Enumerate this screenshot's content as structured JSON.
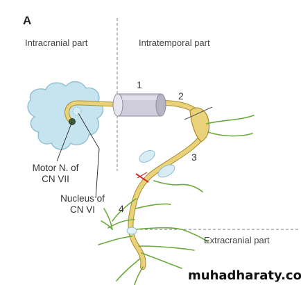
{
  "panel_letter": "A",
  "regions": {
    "intracranial": "Intracranial part",
    "intratemporal": "Intratemporal part",
    "extracranial": "Extracranial part"
  },
  "segment_numbers": [
    "1",
    "2",
    "3",
    "4"
  ],
  "nuclei": {
    "motor_line1": "Motor N. of",
    "motor_line2": "CN VII",
    "abducens_line1": "Nucleus of",
    "abducens_line2": "CN VI"
  },
  "watermark": "muhadharaty.com",
  "colors": {
    "nerve_fill": "#e9d27a",
    "nerve_outline": "#a88c2c",
    "branch": "#6aa83c",
    "brainstem_fill": "#c6e4ef",
    "brainstem_outline": "#8fbfd3",
    "canal": "#c9c7d3",
    "cut_mark": "#d12a2a",
    "divider": "#777777"
  }
}
